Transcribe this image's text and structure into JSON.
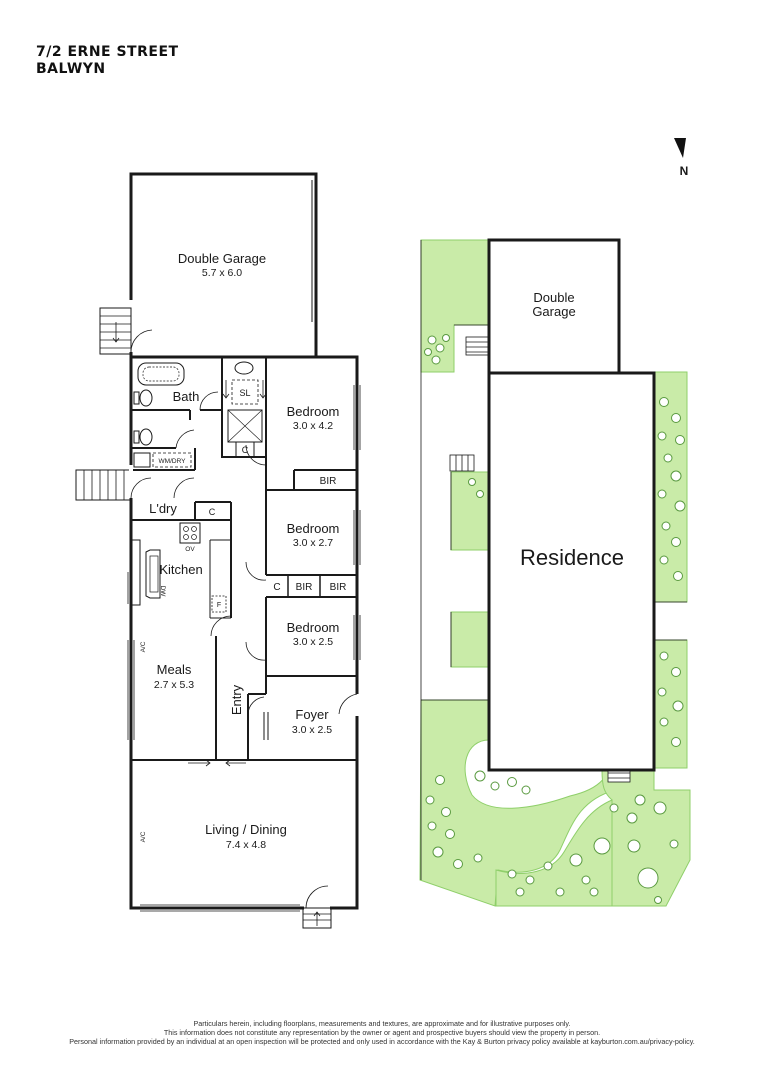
{
  "address": {
    "line1": "7/2 ERNE STREET",
    "line2": "BALWYN"
  },
  "compass": {
    "label": "N"
  },
  "floorplan": {
    "double_garage": {
      "name": "Double Garage",
      "dims": "5.7 x 6.0"
    },
    "bath": {
      "name": "Bath"
    },
    "sl": {
      "name": "SL"
    },
    "c_ensuite": {
      "name": "C"
    },
    "bedroom1": {
      "name": "Bedroom",
      "dims": "3.0 x 4.2"
    },
    "bir1": {
      "name": "BIR"
    },
    "wm_dry": {
      "name": "WM/DRY"
    },
    "laundry": {
      "name": "L'dry"
    },
    "c_laundry": {
      "name": "C"
    },
    "bedroom2": {
      "name": "Bedroom",
      "dims": "3.0 x 2.7"
    },
    "ov": {
      "name": "OV"
    },
    "kitchen": {
      "name": "Kitchen"
    },
    "dw": {
      "name": "DW"
    },
    "f": {
      "name": "F"
    },
    "c_hall": {
      "name": "C"
    },
    "bir2": {
      "name": "BIR"
    },
    "bir3": {
      "name": "BIR"
    },
    "bedroom3": {
      "name": "Bedroom",
      "dims": "3.0 x 2.5"
    },
    "ac1": {
      "name": "A/C"
    },
    "meals": {
      "name": "Meals",
      "dims": "2.7 x 5.3"
    },
    "entry": {
      "name": "Entry"
    },
    "foyer": {
      "name": "Foyer",
      "dims": "3.0 x 2.5"
    },
    "living": {
      "name": "Living / Dining",
      "dims": "7.4 x 4.8"
    },
    "ac2": {
      "name": "A/C"
    }
  },
  "siteplan": {
    "garage": {
      "line1": "Double",
      "line2": "Garage"
    },
    "residence": {
      "name": "Residence"
    }
  },
  "disclaimer": {
    "line1": "Particulars herein, including floorplans, measurements and textures, are approximate and for illustrative purposes only.",
    "line2": "This information does not constitute any representation by the owner or agent and prospective buyers should view the property in person.",
    "line3": "Personal information provided by an individual at an open inspection will be protected and only used in accordance with the Kay & Burton privacy policy available at kayburton.com.au/privacy-policy."
  },
  "colors": {
    "garden": "#c9eba8",
    "garden_edge": "#8fcf6a",
    "wall": "#1a1a1a",
    "shrub": "#5a9a40"
  }
}
